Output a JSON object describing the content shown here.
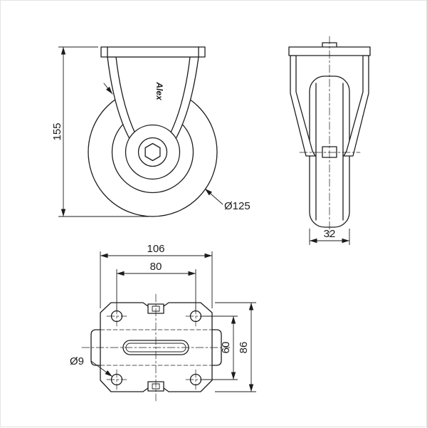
{
  "drawing": {
    "brand": {
      "logo_text": "Alex"
    },
    "dims": {
      "front_height": "155",
      "wheel_diameter": "Ø125",
      "wheel_width": "32",
      "plate_width": "106",
      "bolt_pattern_width": "80",
      "hole_diameter": "Ø9",
      "bolt_pattern_depth": "60",
      "plate_depth": "86"
    },
    "colors": {
      "line": "#1c1c1c",
      "background": "#ffffff"
    }
  }
}
